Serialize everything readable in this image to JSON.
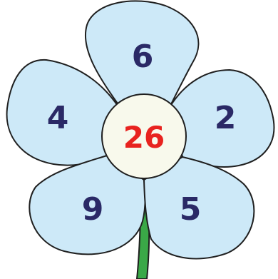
{
  "flower": {
    "center_value": "26",
    "petals": [
      {
        "position": "top",
        "value": "6"
      },
      {
        "position": "upper-left",
        "value": "4"
      },
      {
        "position": "upper-right",
        "value": "2"
      },
      {
        "position": "lower-left",
        "value": "9"
      },
      {
        "position": "lower-right",
        "value": "5"
      }
    ]
  },
  "colors": {
    "petal_fill": "#cde9f8",
    "outline": "#1f1f1f",
    "center_fill": "#f8f9ec",
    "petal_number": "#2a2966",
    "center_number": "#e8231f",
    "stem": "#3aa847"
  }
}
